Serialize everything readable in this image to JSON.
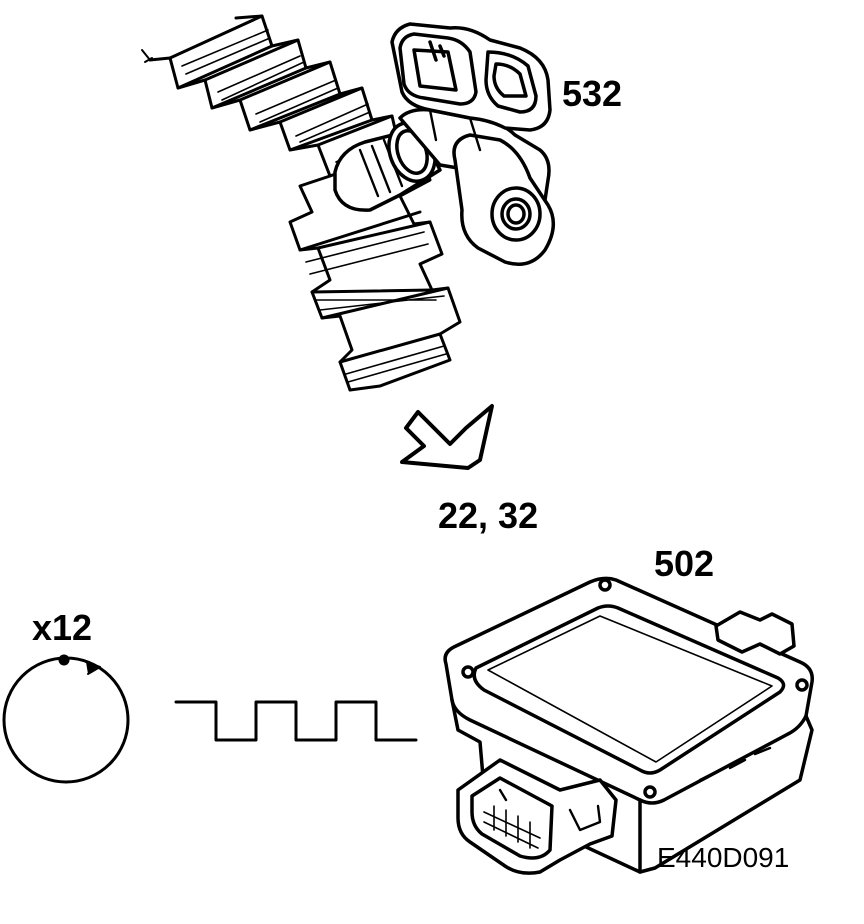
{
  "labels": {
    "sensor": "532",
    "pins": "22, 32",
    "module": "502",
    "multiplier": "x12"
  },
  "figure_code": "E440D091",
  "icons": {
    "sensor": "crankshaft-position-sensor-icon",
    "wheel": "toothed-flywheel-icon",
    "arrow": "signal-direction-arrow-icon",
    "rotation": "rotation-circle-icon",
    "waveform": "square-wave-pulse-icon",
    "module": "control-module-icon"
  },
  "colors": {
    "ink": "#000000",
    "paper": "#ffffff"
  }
}
